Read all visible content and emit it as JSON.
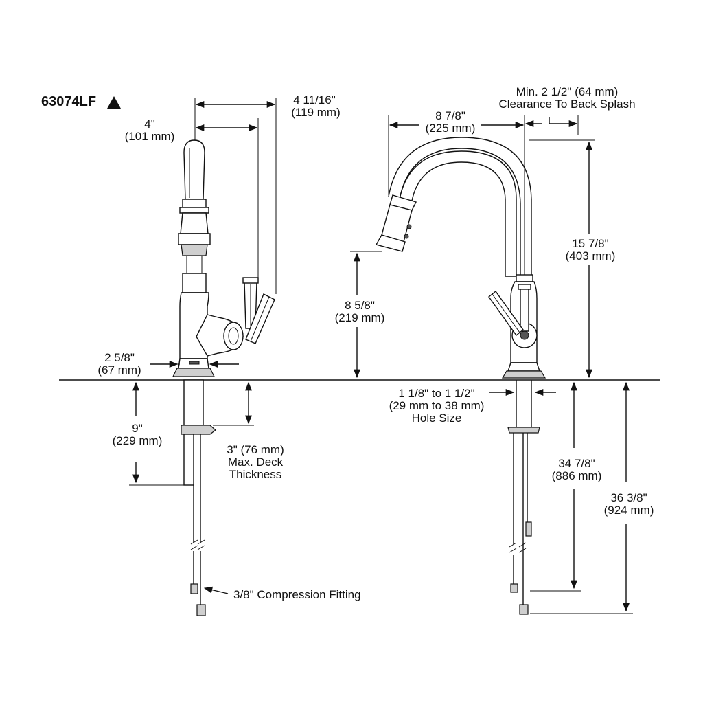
{
  "model": "63074LF",
  "model_icon": "warning-triangle-icon",
  "labels": {
    "dim_4_11_16_in": "4 11/16\"",
    "dim_4_11_16_mm": "(119 mm)",
    "dim_4_in": "4\"",
    "dim_4_mm": "(101 mm)",
    "dim_2_5_8_in": "2 5/8\"",
    "dim_2_5_8_mm": "(67 mm)",
    "dim_9_in": "9\"",
    "dim_9_mm": "(229 mm)",
    "deck_1": "3\" (76 mm)",
    "deck_2": "Max. Deck",
    "deck_3": "Thickness",
    "fitting": "3/8\" Compression Fitting",
    "clearance_1": "Min. 2 1/2\" (64 mm)",
    "clearance_2": "Clearance To Back Splash",
    "dim_8_7_8_in": "8 7/8\"",
    "dim_8_7_8_mm": "(225 mm)",
    "dim_15_7_8_in": "15 7/8\"",
    "dim_15_7_8_mm": "(403 mm)",
    "dim_8_5_8_in": "8 5/8\"",
    "dim_8_5_8_mm": "(219 mm)",
    "hole_1": "1 1/8\" to 1 1/2\"",
    "hole_2": "(29 mm to 38 mm)",
    "hole_3": "Hole Size",
    "dim_34_7_8_in": "34 7/8\"",
    "dim_34_7_8_mm": "(886 mm)",
    "dim_36_3_8_in": "36 3/8\"",
    "dim_36_3_8_mm": "(924 mm)"
  }
}
